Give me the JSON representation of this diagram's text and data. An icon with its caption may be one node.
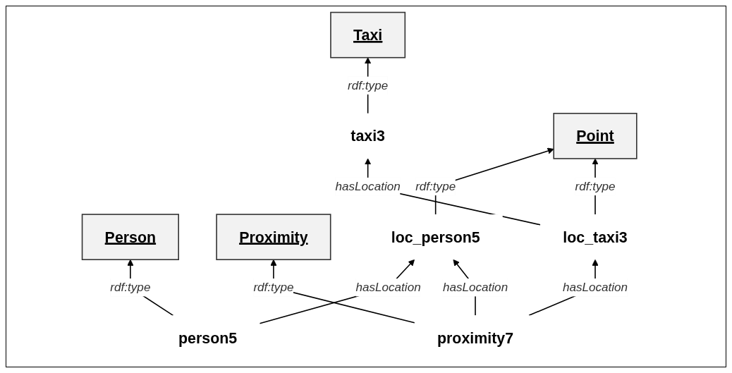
{
  "diagram": {
    "nodes": [
      {
        "text": [
          "Person"
        ]
      },
      {
        "text": [
          "Proximity"
        ]
      },
      {
        "text": [
          "Taxi"
        ]
      },
      {
        "text": [
          "person5"
        ]
      },
      {
        "text": [
          "loc_person5"
        ]
      },
      {
        "text": [
          "proximity7"
        ]
      },
      {
        "text": [
          "loc_taxi3"
        ]
      },
      {
        "text": [
          "taxi3"
        ]
      },
      {
        "text": [
          "Point"
        ]
      }
    ],
    "edges": [
      {
        "from": 3,
        "to": 0,
        "arrow": "to",
        "label": "rdf:type"
      },
      {
        "from": 5,
        "to": 1,
        "arrow": "to",
        "label": "rdf:type"
      },
      {
        "from": 7,
        "to": 2,
        "arrow": "to",
        "label": "rdf:type"
      },
      {
        "from": 3,
        "to": 4,
        "arrow": "to",
        "label": "hasLocation"
      },
      {
        "from": 5,
        "to": 4,
        "arrow": "to",
        "label": "hasLocation"
      },
      {
        "from": 5,
        "to": 6,
        "arrow": "to",
        "label": "hasLocation"
      },
      {
        "from": 6,
        "to": 7,
        "arrow": "to",
        "label": "hasLocation"
      },
      {
        "from": 4,
        "to": 8,
        "arrow": "to",
        "label": "rdf:type"
      },
      {
        "from": 6,
        "to": 8,
        "arrow": "to",
        "label": "rdf:type"
      }
    ]
  }
}
